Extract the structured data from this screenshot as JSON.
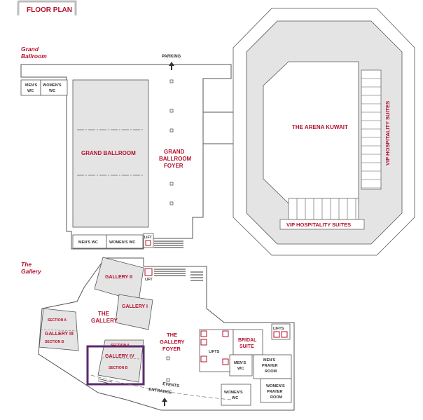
{
  "header": {
    "title": "FLOOR PLAN"
  },
  "sections": {
    "ballroom_heading": [
      "Grand",
      "Ballroom"
    ],
    "gallery_heading": [
      "The",
      "Gallery"
    ]
  },
  "ballroom": {
    "parking": "PARKING",
    "mens_wc": [
      "MEN'S",
      "WC"
    ],
    "womens_wc": [
      "WOMEN'S",
      "WC"
    ],
    "grand_ballroom": "GRAND BALLROOM",
    "foyer": [
      "GRAND",
      "BALLROOM",
      "FOYER"
    ],
    "mens_wc_bottom": "MEN'S WC",
    "womens_wc_bottom": "WOMEN'S WC",
    "lift": "LIFT"
  },
  "arena": {
    "name": "THE ARENA KUWAIT",
    "vip_right": "VIP HOSPITALITY SUITES",
    "vip_bottom": "VIP HOSPITALITY SUITES"
  },
  "gallery": {
    "gallery_ii": "GALLERY II",
    "lift": "LIFT",
    "gallery_i": "GALLERY I",
    "the_gallery": [
      "THE",
      "GALLERY"
    ],
    "gallery_iii_section_a": "SECTION A",
    "gallery_iii": "GALLERY III",
    "gallery_iii_section_b": "SECTION B",
    "gallery_iv_section_a": "SECTION A",
    "gallery_iv": "GALLERY IV",
    "gallery_iv_section_b": "SECTION B",
    "foyer": [
      "THE",
      "GALLERY",
      "FOYER"
    ],
    "lifts_left": "LIFTS",
    "bridal_suite": [
      "BRIDAL",
      "SUITE"
    ],
    "lifts_right": "LIFTS",
    "mens_wc": [
      "MEN'S",
      "WC"
    ],
    "mens_prayer": [
      "MEN'S",
      "PRAYER",
      "ROOM"
    ],
    "womens_wc": [
      "WOMEN'S",
      "WC"
    ],
    "womens_prayer": [
      "WOMEN'S",
      "PRAYER",
      "ROOM"
    ],
    "events_entrance": [
      "EVENTS",
      "ENTRANCE"
    ]
  },
  "colors": {
    "accent": "#b5122e",
    "highlight": "#5a2a6e",
    "room_fill": "#e4e4e4"
  }
}
